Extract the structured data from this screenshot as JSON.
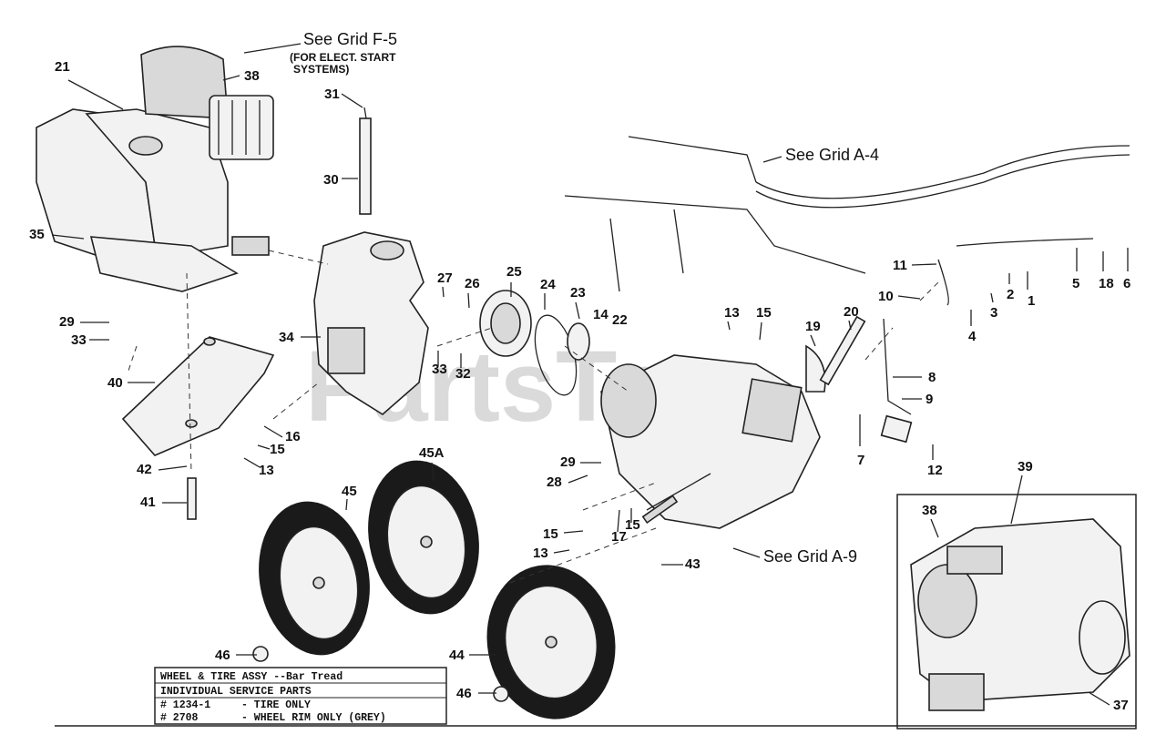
{
  "watermark": "PartsTree",
  "grid_refs": [
    {
      "id": "grid-f5",
      "text": "See Grid F-5"
    },
    {
      "id": "grid-a4",
      "text": "See Grid A-4"
    },
    {
      "id": "grid-a9",
      "text": "See Grid A-9"
    }
  ],
  "electric_note": [
    "(FOR ELECT. START",
    "SYSTEMS)"
  ],
  "callouts": [
    "21",
    "38",
    "31",
    "30",
    "35",
    "29",
    "33",
    "34",
    "27",
    "26",
    "25",
    "24",
    "23",
    "14",
    "22",
    "13",
    "15",
    "19",
    "20",
    "11",
    "10",
    "5",
    "18",
    "6",
    "2",
    "1",
    "3",
    "4",
    "8",
    "9",
    "7",
    "12",
    "40",
    "16",
    "15",
    "13",
    "42",
    "41",
    "45A",
    "45",
    "29",
    "28",
    "15",
    "17",
    "15",
    "13",
    "43",
    "46",
    "44",
    "46",
    "38",
    "39",
    "37",
    "33",
    "32"
  ],
  "service_box": {
    "title": "WHEEL & TIRE ASSY --Bar Tread",
    "subtitle": "INDIVIDUAL SERVICE PARTS",
    "rows": [
      {
        "part": "# 1234-1",
        "desc": "- TIRE ONLY"
      },
      {
        "part": "# 2708",
        "desc": "- WHEEL RIM ONLY (GREY)"
      }
    ]
  }
}
